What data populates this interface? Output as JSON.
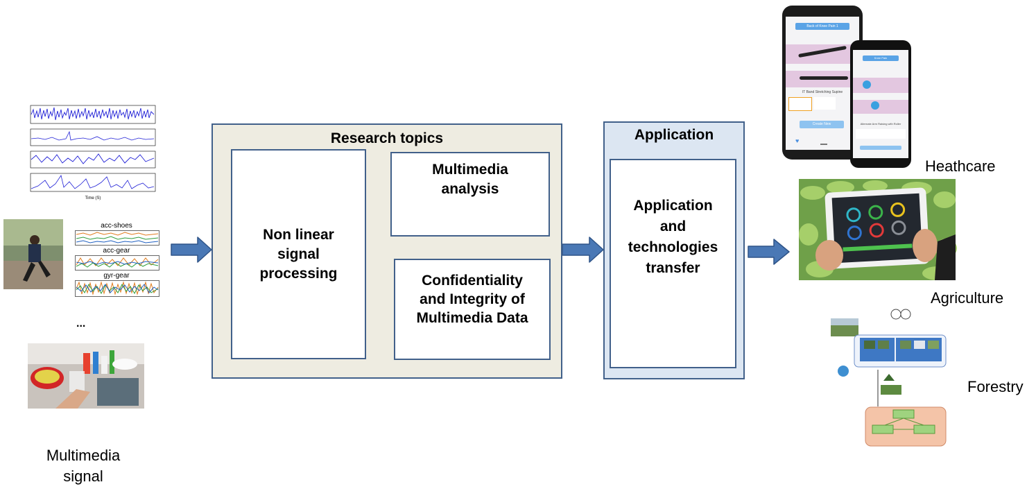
{
  "diagram": {
    "input": {
      "plot_labels": [
        "acc-shoes",
        "acc-gear",
        "gyr-gear"
      ],
      "axis_caption": "Time (S)",
      "ellipsis": "...",
      "caption_line1": "Multimedia",
      "caption_line2": "signal"
    },
    "research": {
      "title": "Research topics",
      "nonlinear_line1": "Non linear",
      "nonlinear_line2": "signal",
      "nonlinear_line3": "processing",
      "multimedia_line1": "Multimedia",
      "multimedia_line2": "analysis",
      "confid_line1": "Confidentiality",
      "confid_line2": "and Integrity of",
      "confid_line3": "Multimedia Data"
    },
    "application": {
      "title": "Application",
      "line1": "Application",
      "line2": "and",
      "line3": "technologies",
      "line4": "transfer"
    },
    "domains": {
      "healthcare": "Heathcare",
      "agriculture": "Agriculture",
      "forestry": "Forestry"
    },
    "phone": {
      "banner1": "Back of Knee Pain 1",
      "exercise1": "IT Band Stretching Supine",
      "button1": "Create New",
      "banner2": "Knee Pain",
      "exercise2": "Alternate Arm Raising with Roller"
    },
    "colors": {
      "frame": "#41608a",
      "arrow": "#4a78b5",
      "research_bg": "#eeece1",
      "application_bg": "#dce6f2"
    }
  }
}
